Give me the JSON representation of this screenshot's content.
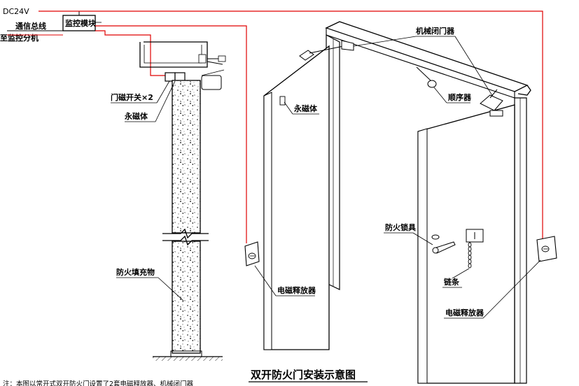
{
  "colors": {
    "wire": "#e00000",
    "line": "#000000",
    "background": "#ffffff"
  },
  "wiring": {
    "dc24v": "DC24V",
    "bus": "通信总线",
    "to_sub": "至监控分机",
    "module": "监控模块"
  },
  "section": {
    "door_switch": "门磁开关×2",
    "magnet": "永磁体",
    "filler": "防火填充物"
  },
  "door": {
    "closer": "机械闭门器",
    "magnet": "永磁体",
    "sequencer": "顺序器",
    "lock": "防火锁具",
    "chain": "链条",
    "release_left": "电磁释放器",
    "release_right": "电磁释放器"
  },
  "title": "双开防火门安装示意图",
  "note": "注：本图以常开式双开防火门设置了2套电磁释放器、机械闭门器"
}
